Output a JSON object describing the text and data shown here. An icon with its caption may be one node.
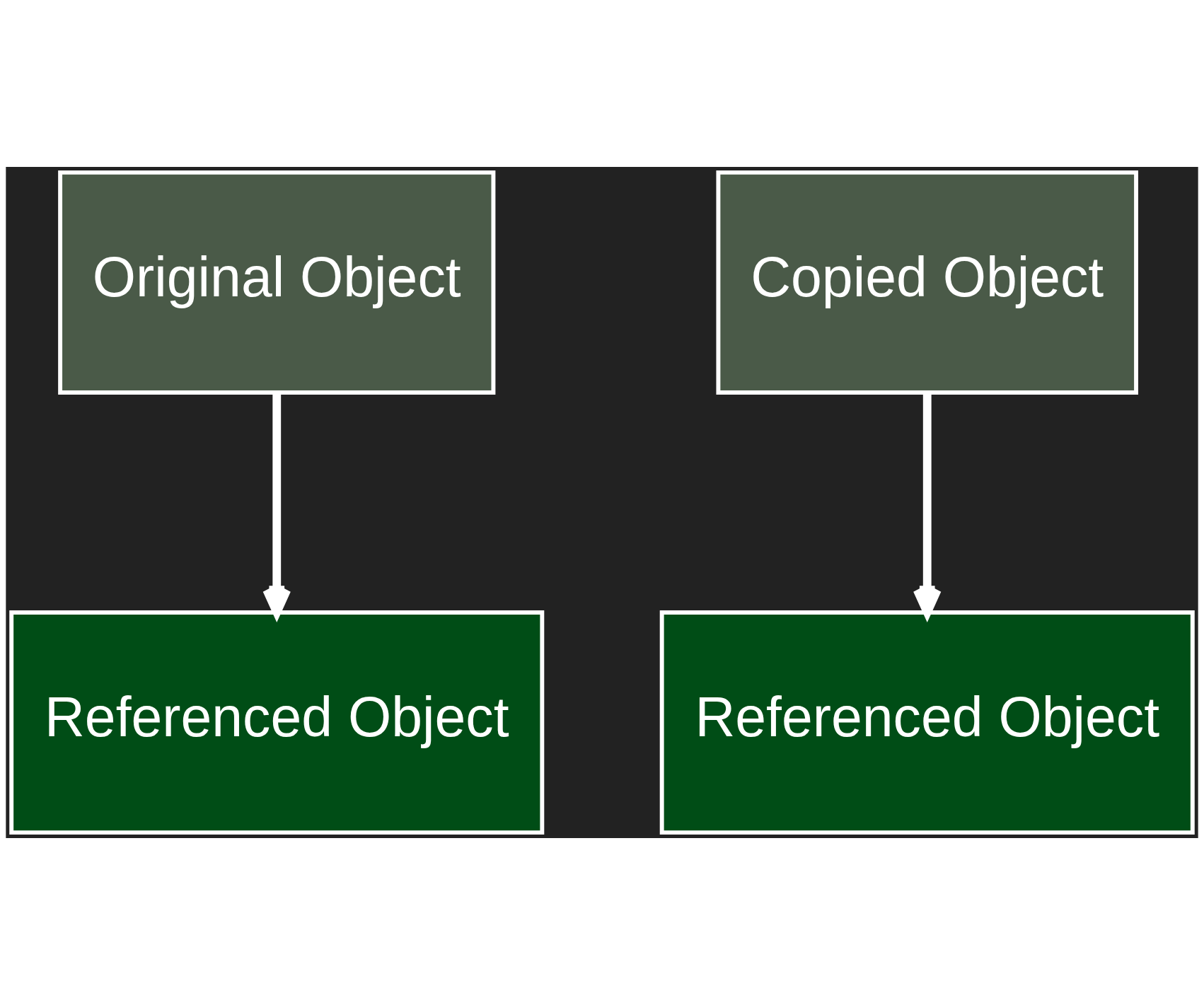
{
  "diagram": {
    "nodes": [
      {
        "text": [
          "Original Object"
        ]
      },
      {
        "text": [
          "Copied Object"
        ]
      },
      {
        "text": [
          "Referenced Object"
        ]
      },
      {
        "text": [
          "Referenced Object"
        ]
      }
    ],
    "edges": [
      {
        "from": 0,
        "to": 2,
        "arrow": "to"
      },
      {
        "from": 1,
        "to": 3,
        "arrow": "to"
      }
    ]
  }
}
